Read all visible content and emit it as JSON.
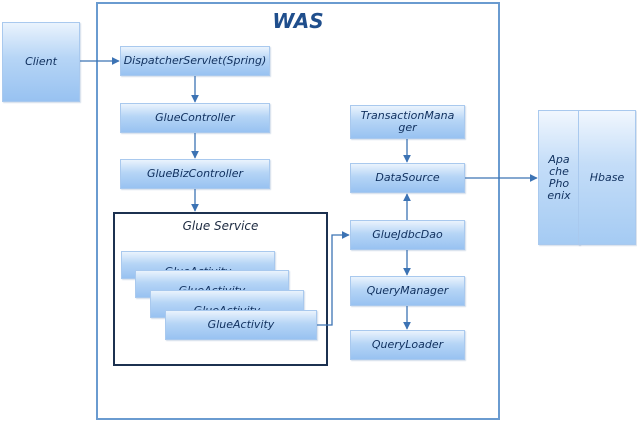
{
  "was": {
    "title": "WAS"
  },
  "glue_service": {
    "title": "Glue Service"
  },
  "nodes": {
    "client": "Client",
    "dispatcher": "DispatcherServlet(Spring)",
    "glue_controller": "GlueController",
    "glue_biz_controller": "GlueBizController",
    "glue_activity_1": "GlueActivity",
    "glue_activity_2": "GlueActivity",
    "glue_activity_3": "GlueActivity",
    "glue_activity_4": "GlueActivity",
    "transaction_manager": "TransactionMana\nger",
    "data_source": "DataSource",
    "glue_jdbc_dao": "GlueJdbcDao",
    "query_manager": "QueryManager",
    "query_loader": "QueryLoader",
    "apache_phoenix": "Apa\nche\nPho\nenix",
    "hbase": "Hbase"
  },
  "colors": {
    "was_border": "#6a9bd0",
    "service_border": "#1c3150",
    "arrow": "#3c73b4",
    "box_fill": "#b6d5f6"
  }
}
